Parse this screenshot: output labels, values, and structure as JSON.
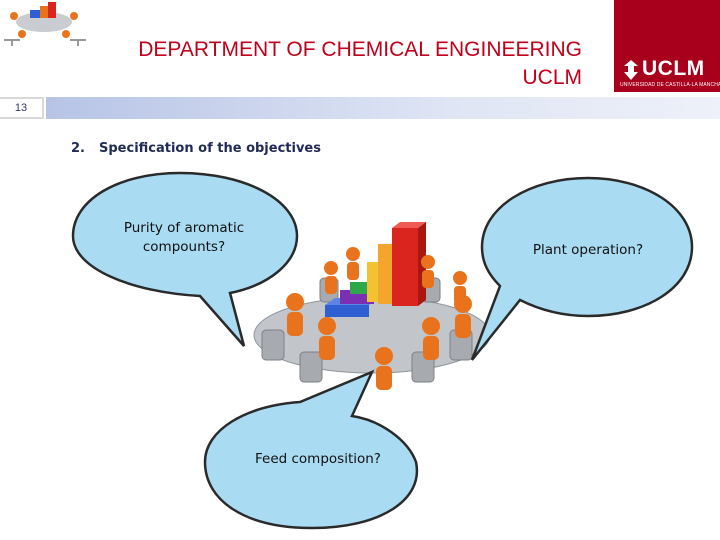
{
  "header": {
    "title_line1": "DEPARTMENT OF CHEMICAL ENGINEERING",
    "title_line2": "UCLM"
  },
  "logo": {
    "name": "UCLM",
    "subtitle": "UNIVERSIDAD DE CASTILLA-LA MANCHA"
  },
  "slide": {
    "number": "13"
  },
  "content": {
    "item_number": "2.",
    "item_text": "Specification of the objectives"
  },
  "bubbles": {
    "left": "Purity of aromatic compounts?",
    "right": "Plant operation?",
    "bottom": "Feed composition?"
  },
  "colors": {
    "accent_red": "#c0001a",
    "logo_bg": "#a8001c",
    "bubble_fill": "#a9dcf2",
    "bubble_stroke": "#2a2a2a",
    "figure_orange": "#e8731c"
  }
}
